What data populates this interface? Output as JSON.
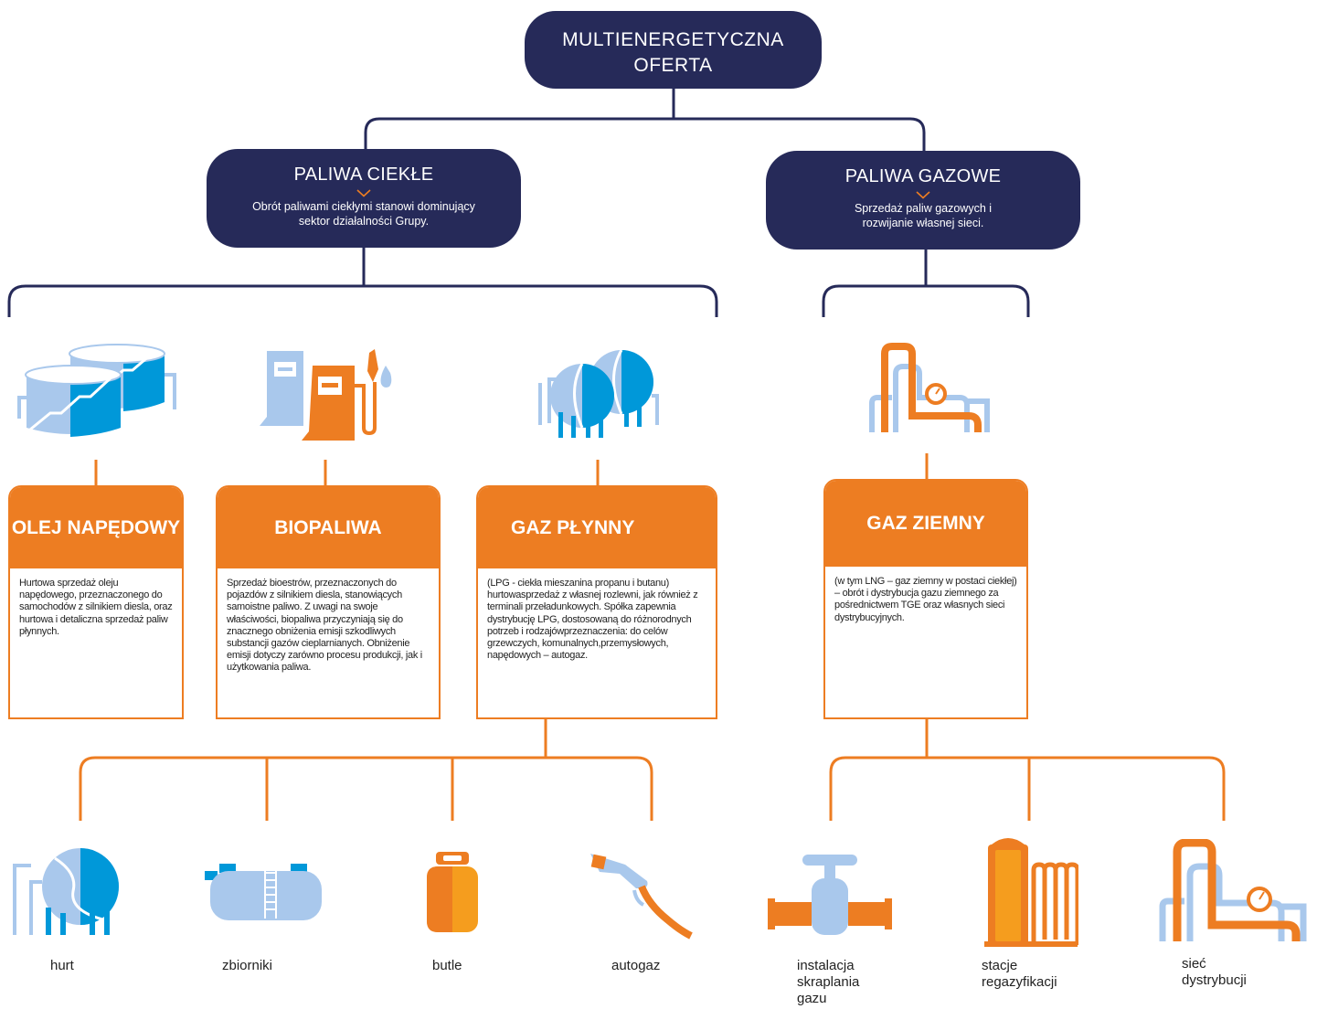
{
  "root": {
    "title": "MULTIENERGETYCZNA OFERTA"
  },
  "categories": [
    {
      "title": "PALIWA CIEKŁE",
      "description": "Obrót paliwami ciekłymi stanowi dominujący sektor działalności Grupy."
    },
    {
      "title": "PALIWA GAZOWE",
      "description": "Sprzedaż paliw gazowych i rozwijanie własnej sieci."
    }
  ],
  "products": [
    {
      "title": "OLEJ NAPĘDOWY",
      "description": "Hurtowa sprzedaż oleju napędowego, przeznaczonego do samochodów z silnikiem diesla, oraz hurtowa i detaliczna sprzedaż paliw płynnych.",
      "icon": "fuel-tanks-icon"
    },
    {
      "title": "BIOPALIWA",
      "description": "Sprzedaż bioestrów, przeznaczonych do pojazdów z silnikiem diesla, stanowiących samoistne paliwo. Z uwagi na swoje właściwości, biopaliwa przyczyniają się do znacznego obniżenia emisji szkodliwych substancji gazów cieplarnianych. Obniżenie emisji dotyczy zarówno procesu produkcji, jak i użytkowania paliwa.",
      "icon": "fuel-pump-icon"
    },
    {
      "title": "GAZ PŁYNNY",
      "description": "(LPG - ciekła mieszanina propanu i butanu) hurtowasprzedaż z własnej rozlewni, jak również z terminali przeładunkowych. Spółka zapewnia dystrybucję LPG, dostosowaną do różnorodnych potrzeb i rodzajówprzeznaczenia: do celów grzewczych, komunalnych,przemysłowych, napędowych – autogaz.",
      "icon": "spherical-gas-tanks-icon"
    },
    {
      "title": "GAZ ZIEMNY",
      "description": "(w tym LNG – gaz ziemny w postaci ciekłej) – obrót i dystrybucja gazu ziemnego za pośrednictwem TGE oraz własnych sieci dystrybucyjnych.",
      "icon": "gas-pipeline-icon"
    }
  ],
  "lpg_channels": [
    {
      "label": "hurt",
      "icon": "spherical-tank-icon"
    },
    {
      "label": "zbiorniki",
      "icon": "horizontal-tank-icon"
    },
    {
      "label": "butle",
      "icon": "gas-cylinder-icon"
    },
    {
      "label": "autogaz",
      "icon": "fuel-nozzle-icon"
    }
  ],
  "gas_channels": [
    {
      "label": "instalacja skraplania gazu",
      "icon": "valve-pipe-icon"
    },
    {
      "label": "stacje regazyfikacji",
      "icon": "regasification-station-icon"
    },
    {
      "label": "sieć dystrybucji",
      "icon": "distribution-network-icon"
    }
  ],
  "colors": {
    "navy": "#262a59",
    "orange": "#ed7d22",
    "light_blue": "#a9c8ec",
    "blue": "#0098d9"
  }
}
